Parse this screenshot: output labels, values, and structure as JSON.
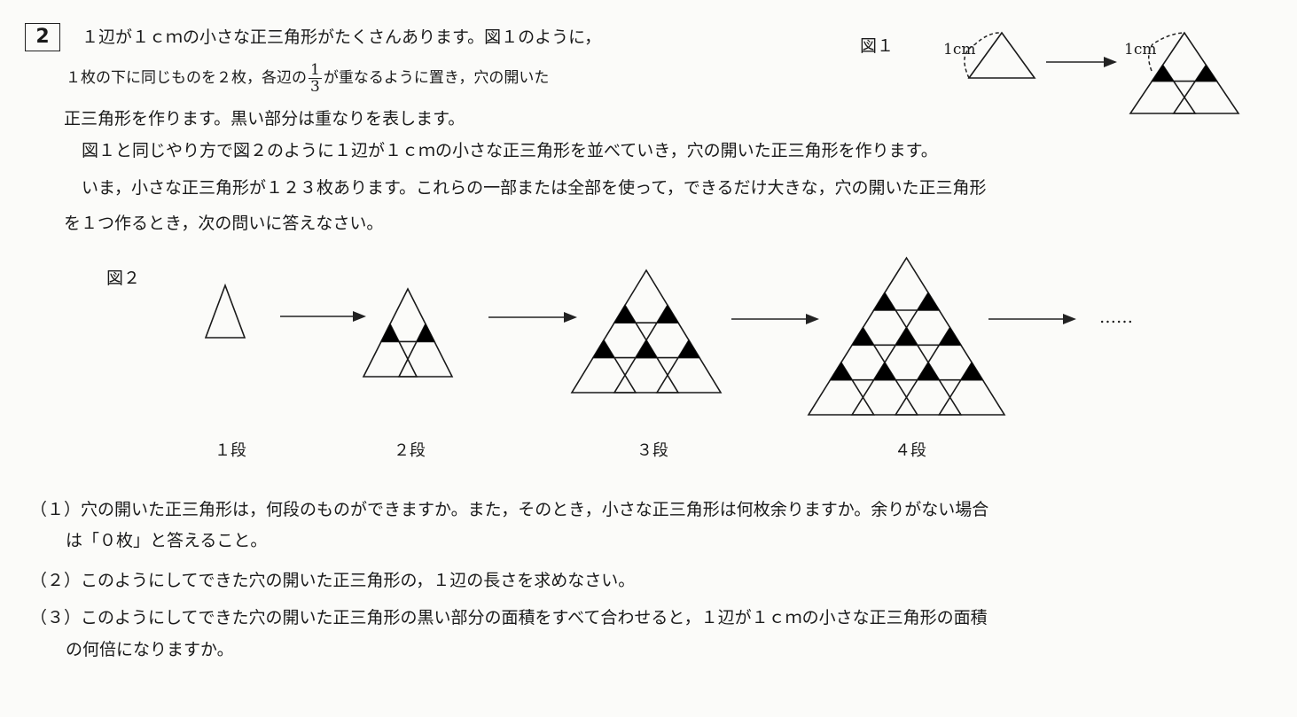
{
  "problem": {
    "number": "2",
    "intro": {
      "line1": "１辺が１ｃｍの小さな正三角形がたくさんあります。図１のように，",
      "line2_before": "１枚の下に同じものを２枚，各辺の",
      "fraction_numerator": "1",
      "fraction_denominator": "3",
      "line2_after": "が重なるように置き，穴の開いた",
      "line3": "正三角形を作ります。黒い部分は重なりを表します。",
      "line4": "図１と同じやり方で図２のように１辺が１ｃｍの小さな正三角形を並べていき，穴の開いた正三角形を作ります。",
      "line5": "いま，小さな正三角形が１２３枚あります。これらの一部または全部を使って，できるだけ大きな，穴の開いた正三角形",
      "line6": "を１つ作るとき，次の問いに答えなさい。"
    },
    "figure1": {
      "label": "図１",
      "length_label_left": "1cm",
      "length_label_right": "1cm",
      "from_stages": 1,
      "to_stages": 2
    },
    "figure2": {
      "label": "図２",
      "stages": [
        {
          "rows": 1,
          "label": "１段"
        },
        {
          "rows": 2,
          "label": "２段"
        },
        {
          "rows": 3,
          "label": "３段"
        },
        {
          "rows": 4,
          "label": "４段"
        }
      ],
      "continuation": "……"
    },
    "questions": [
      {
        "number": "（１）",
        "line1": "穴の開いた正三角形は，何段のものができますか。また，そのとき，小さな正三角形は何枚余りますか。余りがない場合",
        "line2": "は「０枚」と答えること。"
      },
      {
        "number": "（２）",
        "line1": "このようにしてできた穴の開いた正三角形の，１辺の長さを求めなさい。"
      },
      {
        "number": "（３）",
        "line1": "このようにしてできた穴の開いた正三角形の黒い部分の面積をすべて合わせると，１辺が１ｃｍの小さな正三角形の面積",
        "line2": "の何倍になりますか。"
      }
    ],
    "colors": {
      "ink": "#1a1a1a",
      "overlap": "#000000",
      "paper": "#fbfbf9"
    }
  }
}
